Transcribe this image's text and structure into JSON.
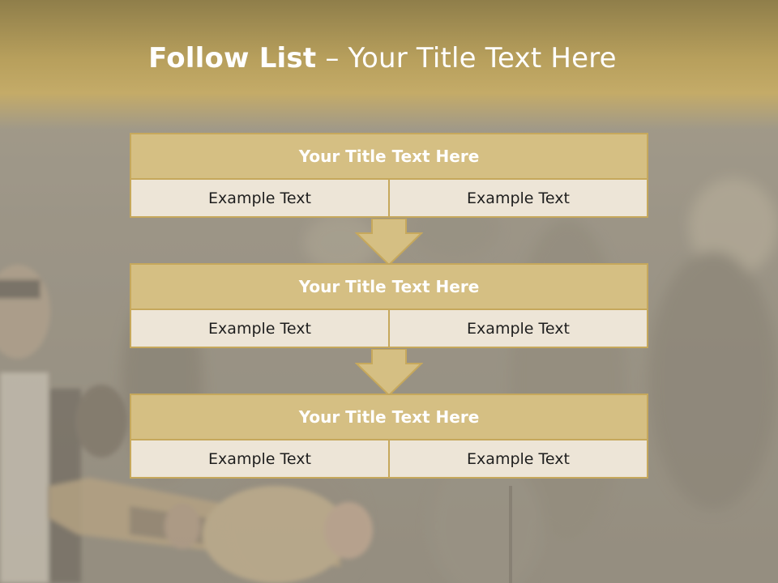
{
  "title": {
    "bold": "Follow List",
    "dash": " – ",
    "rest": "Your Title Text Here"
  },
  "blocks": [
    {
      "title": "Your Title Text Here",
      "left": "Example Text",
      "right": "Example Text"
    },
    {
      "title": "Your Title Text Here",
      "left": "Example Text",
      "right": "Example Text"
    },
    {
      "title": "Your Title Text Here",
      "left": "Example Text",
      "right": "Example Text"
    }
  ],
  "colors": {
    "header": "#c4ab68",
    "block_title_fill": "#d5bf83",
    "cell_fill": "#ede5d7",
    "border": "#c6a85c",
    "arrow_fill": "#d5bf83"
  },
  "icons": {
    "arrow": "down-arrow-icon"
  }
}
